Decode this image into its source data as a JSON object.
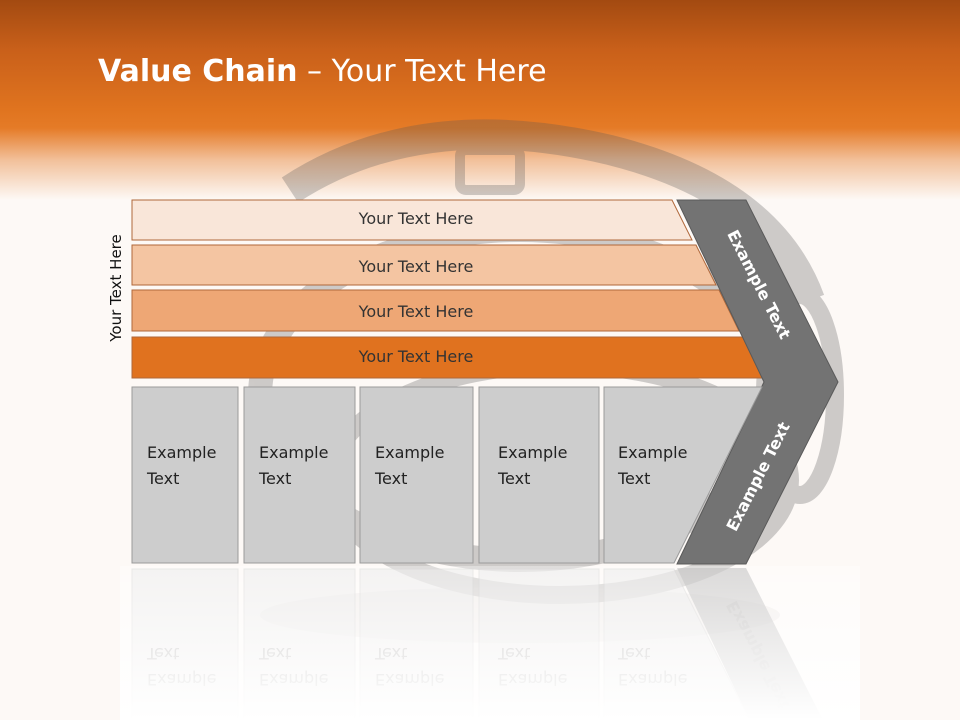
{
  "title": {
    "bold": "Value Chain",
    "rest": " – Your Text Here"
  },
  "side_label": "Your Text Here",
  "bands": [
    {
      "label": "Your Text Here",
      "color": "#f9e6d9"
    },
    {
      "label": "Your Text Here",
      "color": "#f4c5a2"
    },
    {
      "label": "Your Text Here",
      "color": "#eea775"
    },
    {
      "label": "Your Text Here",
      "color": "#e0721f"
    }
  ],
  "chevron": {
    "top_label": "Example Text",
    "bottom_label": "Example Text",
    "color": "#737373"
  },
  "boxes": [
    {
      "line1": "Example",
      "line2": "Text"
    },
    {
      "line1": "Example",
      "line2": "Text"
    },
    {
      "line1": "Example",
      "line2": "Text"
    },
    {
      "line1": "Example",
      "line2": "Text"
    },
    {
      "line1": "Example",
      "line2": "Text"
    }
  ],
  "colors": {
    "header_orange": "#e0741f",
    "box_fill": "#cdcdcd",
    "box_border": "#9a9a9a",
    "band_border": "#b0683a"
  }
}
